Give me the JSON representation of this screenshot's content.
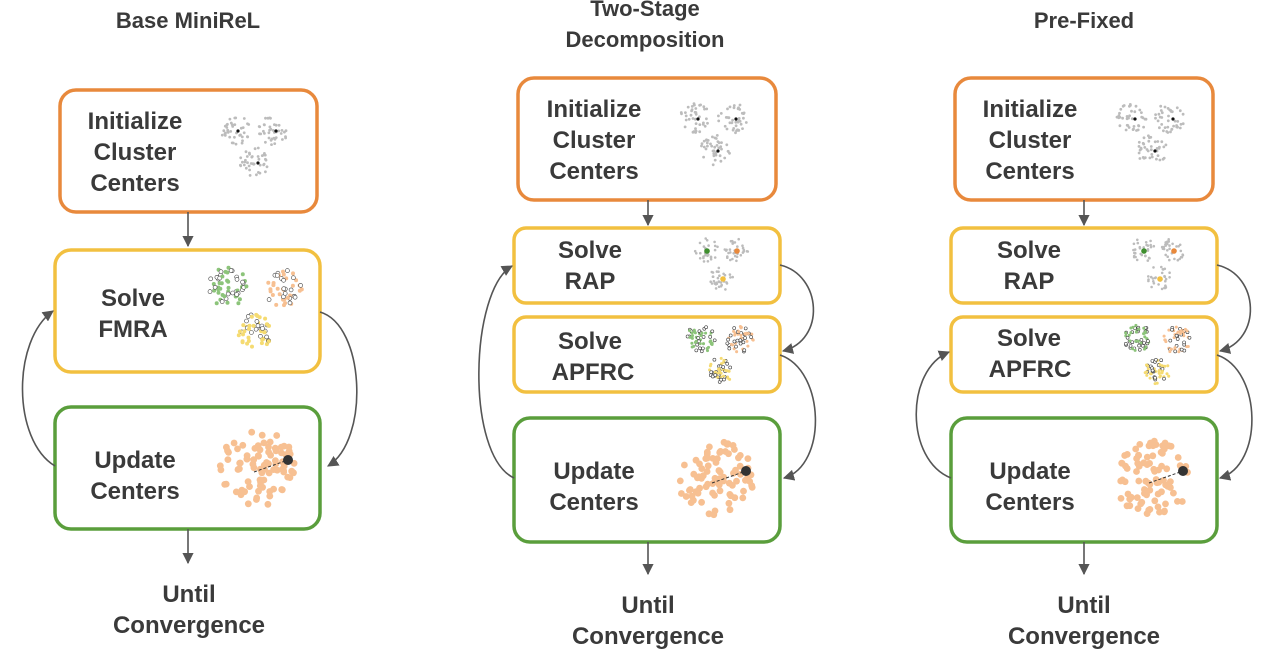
{
  "colors": {
    "orange": "#e8893c",
    "yellow": "#f2c040",
    "green": "#5a9e3c",
    "arrow": "#555555",
    "gray_dots": "#bcbcbc",
    "peach_dots": "#f7c092",
    "green_dots": "#8cc47a",
    "yellow_dots": "#f5db72"
  },
  "panels": [
    {
      "title_lines": [
        "Base MiniReL"
      ],
      "boxes": [
        {
          "kind": "init",
          "lines": [
            "Initialize",
            "Cluster",
            "Centers"
          ]
        },
        {
          "kind": "fmra",
          "lines": [
            "Solve",
            "FMRA"
          ]
        },
        {
          "kind": "update",
          "lines": [
            "Update",
            "Centers"
          ]
        }
      ],
      "footer_lines": [
        "Until",
        "Convergence"
      ]
    },
    {
      "title_lines": [
        "Two-Stage",
        "Decomposition"
      ],
      "boxes": [
        {
          "kind": "init",
          "lines": [
            "Initialize",
            "Cluster",
            "Centers"
          ]
        },
        {
          "kind": "rap",
          "lines": [
            "Solve",
            "RAP"
          ]
        },
        {
          "kind": "apfrc",
          "lines": [
            "Solve",
            "APFRC"
          ]
        },
        {
          "kind": "update",
          "lines": [
            "Update",
            "Centers"
          ]
        }
      ],
      "footer_lines": [
        "Until",
        "Convergence"
      ]
    },
    {
      "title_lines": [
        "Pre-Fixed"
      ],
      "boxes": [
        {
          "kind": "init",
          "lines": [
            "Initialize",
            "Cluster",
            "Centers"
          ]
        },
        {
          "kind": "rap",
          "lines": [
            "Solve",
            "RAP"
          ]
        },
        {
          "kind": "apfrc",
          "lines": [
            "Solve",
            "APFRC"
          ]
        },
        {
          "kind": "update",
          "lines": [
            "Update",
            "Centers"
          ]
        }
      ],
      "footer_lines": [
        "Until",
        "Convergence"
      ]
    }
  ]
}
